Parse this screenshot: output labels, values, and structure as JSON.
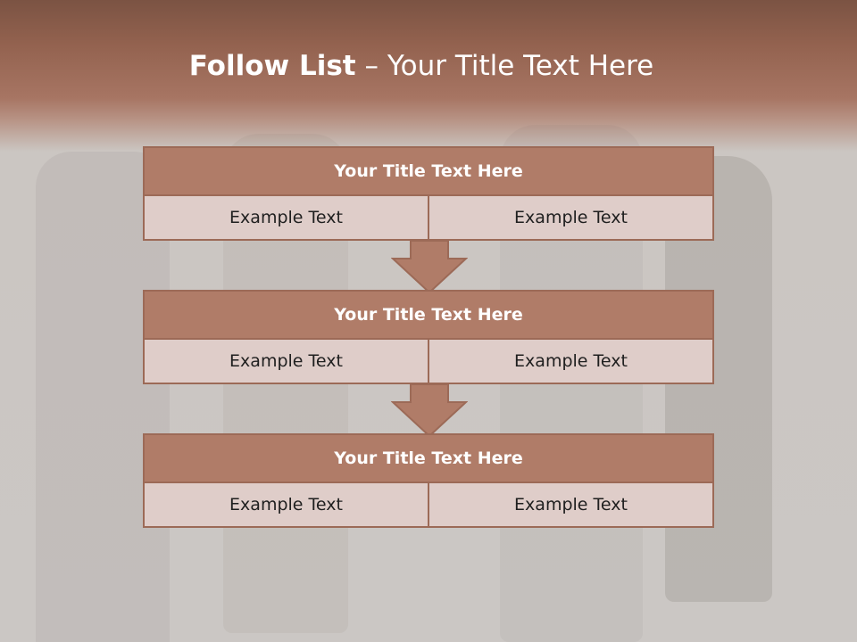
{
  "title": {
    "bold": "Follow List",
    "rest": " – Your Title Text Here"
  },
  "blocks": [
    {
      "header": "Your Title Text Here",
      "left": "Example Text",
      "right": "Example Text"
    },
    {
      "header": "Your Title Text Here",
      "left": "Example Text",
      "right": "Example Text"
    },
    {
      "header": "Your Title Text Here",
      "left": "Example Text",
      "right": "Example Text"
    }
  ],
  "colors": {
    "header_fill": "#b07c68",
    "cell_fill": "#dfcdc9",
    "border": "#9c6a57",
    "arrow_fill": "#b07c68"
  }
}
